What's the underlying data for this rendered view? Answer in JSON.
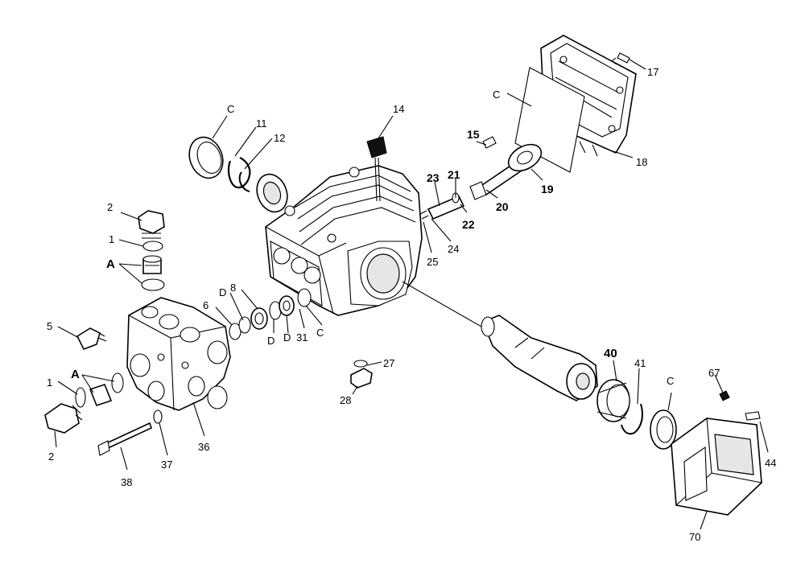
{
  "labels": {
    "l2a": "2",
    "l1a": "1",
    "lAa": "A",
    "l5": "5",
    "lAb": "A",
    "l1b": "1",
    "l2b": "2",
    "l38": "38",
    "l37": "37",
    "l36": "36",
    "l6": "6",
    "lDa": "D",
    "l8": "8",
    "lDb": "D",
    "lDc": "D",
    "l31": "31",
    "lCa": "C",
    "lCb": "C",
    "l11": "11",
    "l12": "12",
    "l14": "14",
    "l15": "15",
    "l23": "23",
    "l21": "21",
    "l22": "22",
    "l24": "24",
    "l25": "25",
    "l20": "20",
    "l19": "19",
    "lCc": "C",
    "l17": "17",
    "l18": "18",
    "l27": "27",
    "l28": "28",
    "l40": "40",
    "l41": "41",
    "lCd": "C",
    "l67": "67",
    "l44": "44",
    "l70": "70"
  }
}
